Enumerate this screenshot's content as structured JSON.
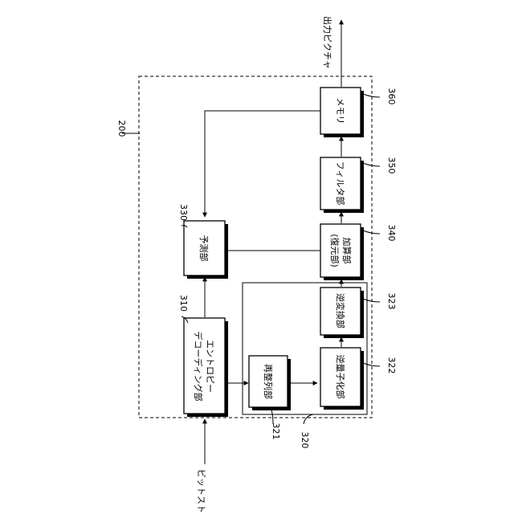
{
  "diagram": {
    "outer_ref": "200",
    "group_ref": "320",
    "input_label": "ビットストリーム",
    "output_label": "出力ピクチャ",
    "blocks": {
      "entropy": {
        "ref": "310",
        "line1": "エントロピー",
        "line2": "デコーディング部"
      },
      "rearrange": {
        "ref": "321",
        "label": "再整列部"
      },
      "dequant": {
        "ref": "322",
        "label": "逆量子化部"
      },
      "invtransform": {
        "ref": "323",
        "label": "逆変換部"
      },
      "predict": {
        "ref": "330",
        "label": "予測部"
      },
      "adder": {
        "ref": "340",
        "line1": "加算部",
        "line2": "(復元部)"
      },
      "filter": {
        "ref": "350",
        "label": "フィルタ部"
      },
      "memory": {
        "ref": "360",
        "label": "メモリ"
      }
    }
  }
}
